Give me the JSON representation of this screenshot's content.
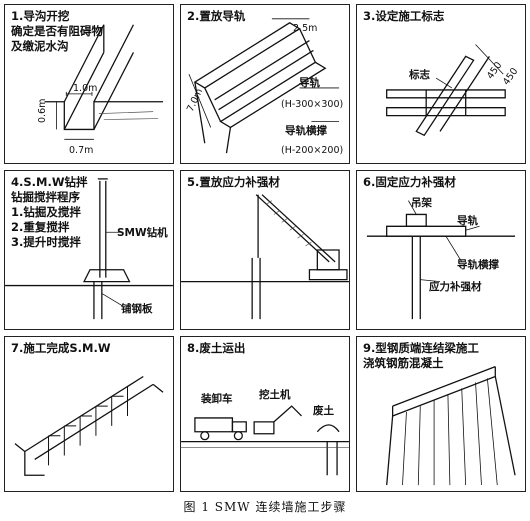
{
  "caption": "图 1   SMW 连续墙施工步骤",
  "panels": [
    {
      "title_lines": [
        "1.导沟开挖",
        "确定是否有阻碍物",
        "及缴泥水沟"
      ],
      "labels": [
        "1.0m",
        "0.6m",
        "0.7m"
      ]
    },
    {
      "title_lines": [
        "2.置放导轨"
      ],
      "labels": [
        "2.5m",
        "7.0m",
        "导轨",
        "(H-300×300)",
        "导轨横撑",
        "(H-200×200)"
      ]
    },
    {
      "title_lines": [
        "3.设定施工标志"
      ],
      "labels": [
        "标志",
        "450",
        "450"
      ]
    },
    {
      "title_lines": [
        "4.S.M.W钻拌",
        "钻掘搅拌程序",
        "1.钻掘及搅拌",
        "2.重复搅拌",
        "3.提升时搅拌"
      ],
      "labels": [
        "SMW钻机",
        "铺钢板"
      ]
    },
    {
      "title_lines": [
        "5.置放应力补强材"
      ],
      "labels": []
    },
    {
      "title_lines": [
        "6.固定应力补强材"
      ],
      "labels": [
        "吊架",
        "导轨",
        "导轨横撑",
        "应力补强材"
      ]
    },
    {
      "title_lines": [
        "7.施工完成S.M.W"
      ],
      "labels": []
    },
    {
      "title_lines": [
        "8.废土运出"
      ],
      "labels": [
        "装卸车",
        "挖土机",
        "废土"
      ]
    },
    {
      "title_lines": [
        "9.型钢质端连结梁施工",
        "浇筑钢筋混凝土"
      ],
      "labels": []
    }
  ]
}
